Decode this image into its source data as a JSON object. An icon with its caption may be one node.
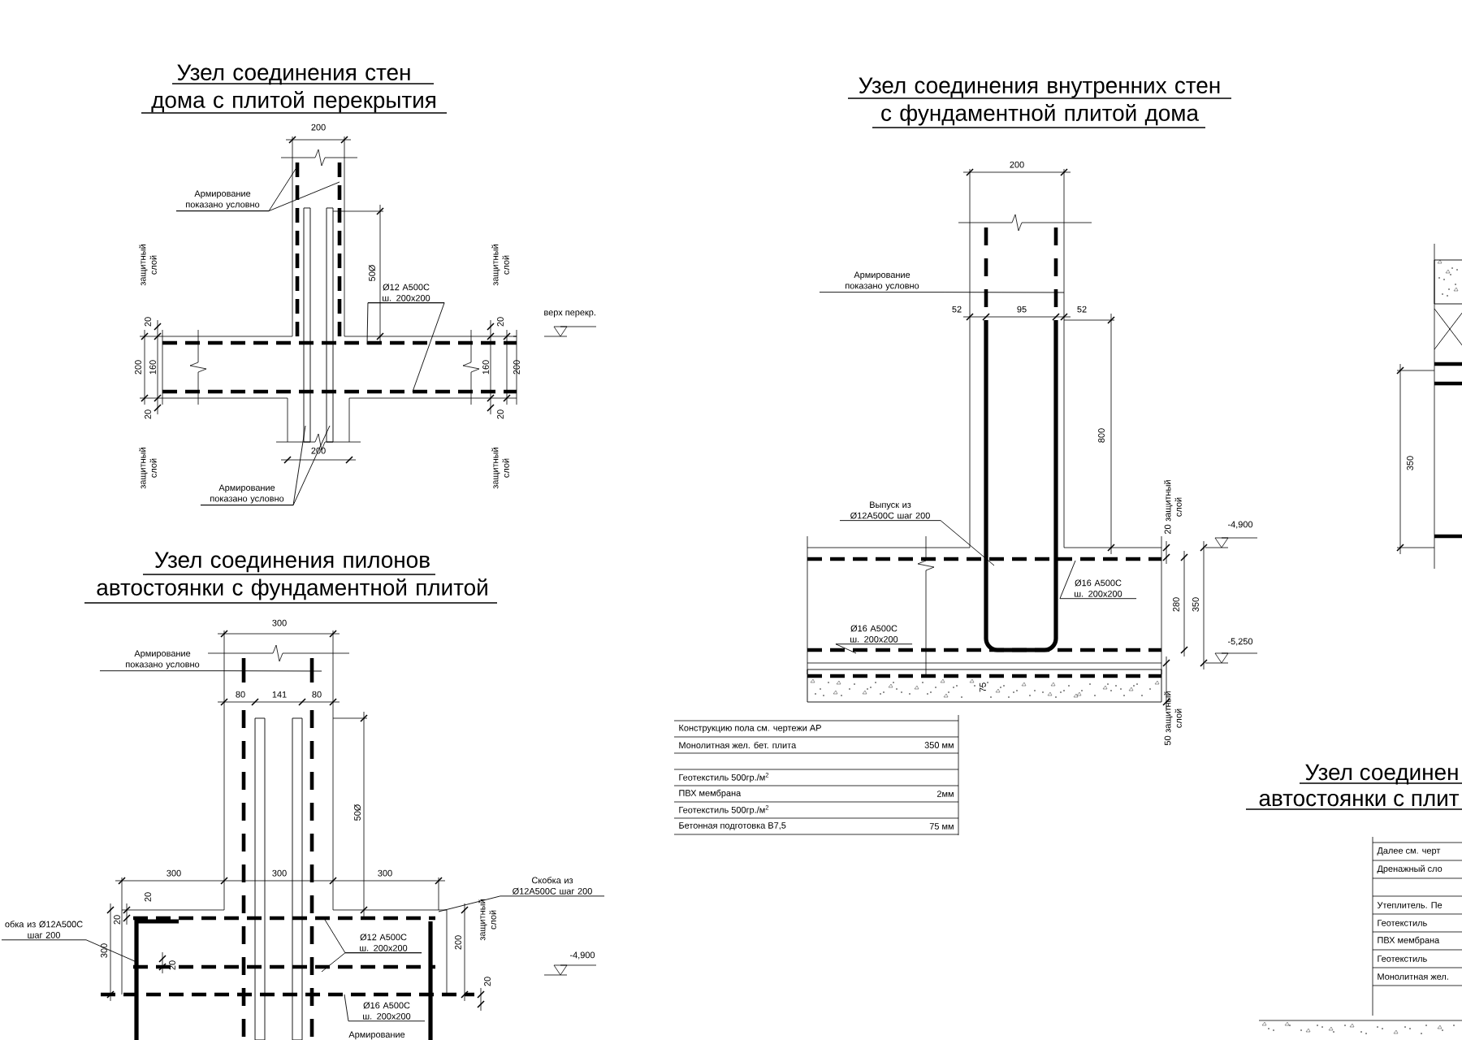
{
  "diagram": {
    "nodes": [
      {
        "text": [
          "Армирование показано условно"
        ]
      },
      {
        "text": [
          "Ø12 А500С ш. 200x200"
        ]
      },
      {
        "text": [
          "Армирование показано условно"
        ]
      },
      {
        "text": [
          "Армирование показано условно"
        ]
      },
      {
        "text": [
          "Выпуск из Ø12А500С шаг 200"
        ]
      },
      {
        "text": [
          "Ø16 А500С ш. 200x200"
        ]
      },
      {
        "text": [
          "Ø16 А500С ш. 200x200"
        ]
      },
      {
        "text": [
          "Армирование показано условно"
        ]
      },
      {
        "text": [
          "Скобка из Ø12А500С шаг 200"
        ]
      },
      {
        "text": [
          "обка из Ø12А500С шаг 200"
        ]
      },
      {
        "text": [
          "Ø12 А500С ш. 200x200"
        ]
      },
      {
        "text": [
          "Ø16 А500С ш. 200x200"
        ]
      }
    ],
    "edges": [
      {
        "from": 0,
        "to": null,
        "arrow": "none"
      },
      {
        "from": 0,
        "to": null,
        "arrow": "none"
      },
      {
        "from": 1,
        "to": null,
        "arrow": "none"
      },
      {
        "from": 1,
        "to": null,
        "arrow": "none"
      },
      {
        "from": 2,
        "to": null,
        "arrow": "none"
      },
      {
        "from": 2,
        "to": null,
        "arrow": "none"
      },
      {
        "from": 3,
        "to": null,
        "arrow": "none"
      },
      {
        "from": 4,
        "to": null,
        "arrow": "none"
      },
      {
        "from": 5,
        "to": null,
        "arrow": "none"
      },
      {
        "from": 6,
        "to": null,
        "arrow": "none"
      },
      {
        "from": 7,
        "to": null,
        "arrow": "none"
      },
      {
        "from": 8,
        "to": null,
        "arrow": "none"
      },
      {
        "from": 9,
        "to": null,
        "arrow": "none"
      },
      {
        "from": 10,
        "to": null,
        "arrow": "none"
      },
      {
        "from": 10,
        "to": null,
        "arrow": "none"
      },
      {
        "from": 11,
        "to": null,
        "arrow": "none"
      }
    ],
    "labels": [
      "Узел соединения стен дома с плитой перекрытия",
      "200",
      "50Ø",
      "верх перекр.",
      "защитный слой",
      "20",
      "200",
      "160",
      "20",
      "защитный слой",
      "защитный слой",
      "20",
      "160",
      "200",
      "20",
      "защитный слой",
      "200",
      "Узел соединения внутренних стен с фундаментной плитой дома",
      "200",
      "52",
      "95",
      "52",
      "800",
      "20 защитный слой",
      "-4,900",
      "280",
      "350",
      "-5,250",
      "75",
      "50 защитный слой",
      "Конструкцию пола см. чертежи АР",
      "Монолитная жел. бет. плита",
      "350 мм",
      "Геотекстиль 500гр./м$^{2}$",
      "ПВХ мембрана",
      "2мм",
      "Геотекстиль 500гр./м$^{2}$",
      "Бетонная подготовка В7,5",
      "75 мм",
      "Узел соединения пилонов автостоянки с фундаментной плитой",
      "300",
      "80",
      "141",
      "80",
      "50Ø",
      "300",
      "300",
      "300",
      "20",
      "20",
      "300",
      "20",
      "200",
      "защитный слой",
      "20",
      "-4,900",
      "350",
      "Узел соединен",
      "автостоянки с плит",
      "Далее см. черт",
      "Дренажный сло",
      "Утеплитель. Пе",
      "Геотекстиль",
      "ПВХ мембрана",
      "Геотекстиль",
      "Монолитная жел.",
      "Армирование"
    ]
  }
}
